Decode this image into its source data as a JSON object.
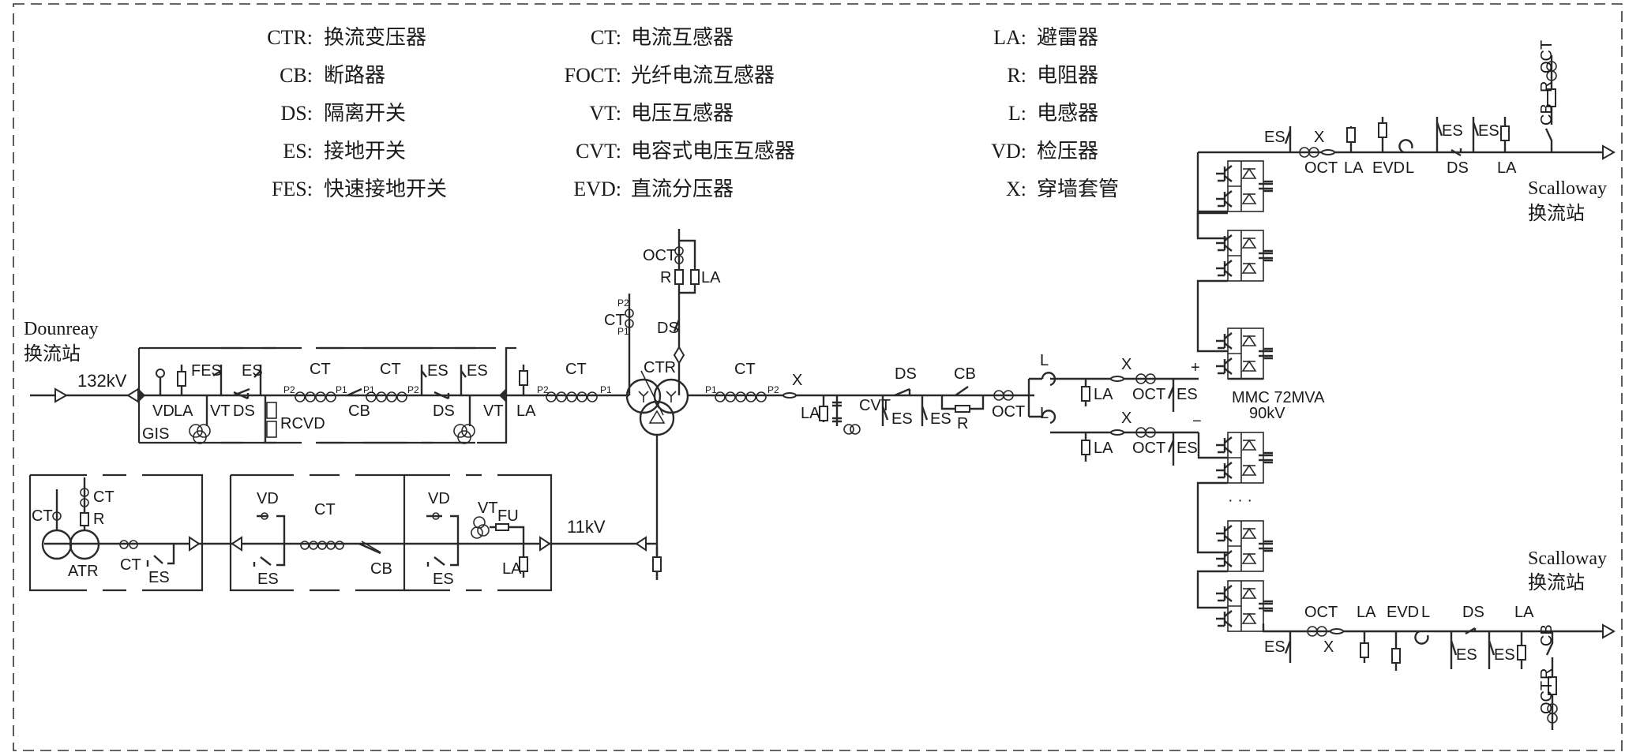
{
  "legend": {
    "col1": [
      {
        "abbr": "CTR:",
        "meaning": "换流变压器"
      },
      {
        "abbr": "CB:",
        "meaning": "断路器"
      },
      {
        "abbr": "DS:",
        "meaning": "隔离开关"
      },
      {
        "abbr": "ES:",
        "meaning": "接地开关"
      },
      {
        "abbr": "FES:",
        "meaning": "快速接地开关"
      }
    ],
    "col2": [
      {
        "abbr": "CT:",
        "meaning": "电流互感器"
      },
      {
        "abbr": "FOCT:",
        "meaning": "光纤电流互感器"
      },
      {
        "abbr": "VT:",
        "meaning": "电压互感器"
      },
      {
        "abbr": "CVT:",
        "meaning": "电容式电压互感器"
      },
      {
        "abbr": "EVD:",
        "meaning": "直流分压器"
      }
    ],
    "col3": [
      {
        "abbr": "LA:",
        "meaning": "避雷器"
      },
      {
        "abbr": "R:",
        "meaning": "电阻器"
      },
      {
        "abbr": "L:",
        "meaning": "电感器"
      },
      {
        "abbr": "VD:",
        "meaning": "检压器"
      },
      {
        "abbr": "X:",
        "meaning": "穿墙套管"
      }
    ]
  },
  "stations": {
    "left": {
      "name": "Dounreay",
      "suffix": "换流站"
    },
    "right_top": {
      "name": "Scalloway",
      "suffix": "换流站"
    },
    "right_bottom": {
      "name": "Scalloway",
      "suffix": "换流站"
    }
  },
  "voltages": {
    "ac_main": "132kV",
    "aux": "11kV",
    "mmc_rating": "MMC 72MVA",
    "mmc_voltage": "90kV",
    "pos_pole": "+",
    "neg_pole": "−"
  },
  "gis": {
    "title": "GIS",
    "labels": {
      "vd": "VD",
      "la": "LA",
      "fes": "FES",
      "vt1": "VT",
      "ds1": "DS",
      "es1": "ES",
      "rcvd": "RCVD",
      "ct1": "CT",
      "ct2": "CT",
      "cb": "CB",
      "es2": "ES",
      "es3": "ES",
      "ds2": "DS",
      "vt2": "VT",
      "p1": "P1",
      "p2": "P2"
    }
  },
  "ac_side": {
    "la": "LA",
    "ct": "CT",
    "ctr": "CTR",
    "p1": "P1",
    "p2": "P2",
    "ct_top": "CT",
    "oct_top": "OCT",
    "r_top": "R",
    "la_top": "LA",
    "ds_top": "DS"
  },
  "valve_side": {
    "ct": "CT",
    "p1": "P1",
    "p2": "P2",
    "x": "X",
    "la": "LA",
    "cvt": "CVT",
    "ds": "DS",
    "es1": "ES",
    "es2": "ES",
    "cb": "CB",
    "r": "R",
    "oct": "OCT",
    "l_top": "L",
    "l_bot": "L"
  },
  "dc_poles": {
    "pos": {
      "x": "X",
      "la": "LA",
      "oct": "OCT",
      "es": "ES"
    },
    "neg": {
      "x": "X",
      "la": "LA",
      "oct": "OCT",
      "es": "ES"
    }
  },
  "dc_line_top": {
    "es": "ES",
    "oct": "OCT",
    "x": "X",
    "la1": "LA",
    "evd": "EVD",
    "l": "L",
    "es2": "ES",
    "ds": "DS",
    "es3": "ES",
    "la2": "LA",
    "cb": "CB",
    "r": "R",
    "oct2": "OCT"
  },
  "dc_line_bottom": {
    "es": "ES",
    "oct": "OCT",
    "x": "X",
    "la1": "LA",
    "evd": "EVD",
    "l": "L",
    "es2": "ES",
    "ds": "DS",
    "es3": "ES",
    "la2": "LA",
    "cb": "CB",
    "r": "R",
    "oct2": "OCT"
  },
  "aux_system": {
    "atr_box": {
      "ct1": "CT",
      "ct2": "CT",
      "r": "R",
      "atr": "ATR",
      "ct3": "CT",
      "es": "ES"
    },
    "cb_box": {
      "vd": "VD",
      "ct": "CT",
      "es": "ES",
      "cb": "CB"
    },
    "vt_box": {
      "vd": "VD",
      "vt": "VT",
      "fu": "FU",
      "es": "ES",
      "la": "LA"
    }
  },
  "mmc": {
    "ellipsis": "· · ·"
  }
}
